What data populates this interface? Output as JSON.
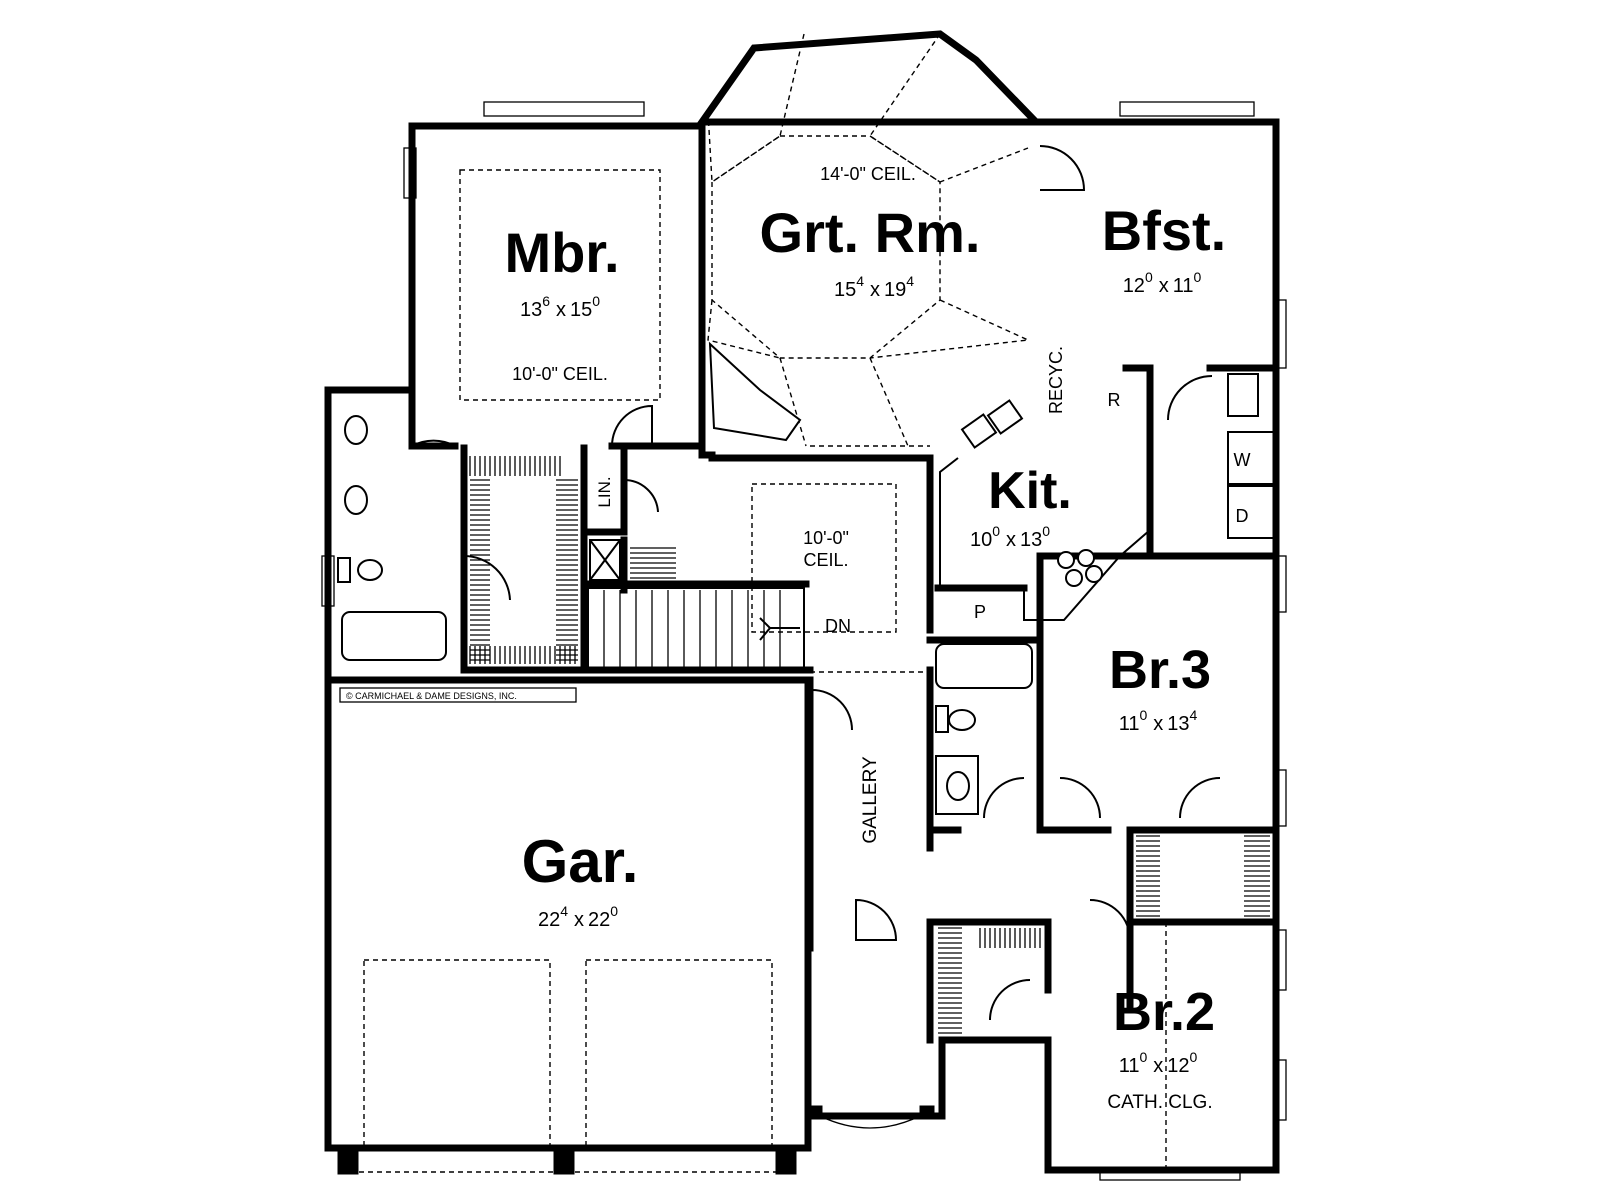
{
  "plan": {
    "credit": "© CARMICHAEL & DAME DESIGNS, INC.",
    "rooms": {
      "mbr": {
        "name": "Mbr.",
        "dim_w": "13",
        "dim_w_sup": "6",
        "dim_d": "15",
        "dim_d_sup": "0",
        "ceiling": "10'-0\" CEIL."
      },
      "grt_rm": {
        "name": "Grt. Rm.",
        "dim_w": "15",
        "dim_w_sup": "4",
        "dim_d": "19",
        "dim_d_sup": "4",
        "ceiling": "14'-0\" CEIL."
      },
      "bfst": {
        "name": "Bfst.",
        "dim_w": "12",
        "dim_w_sup": "0",
        "dim_d": "11",
        "dim_d_sup": "0"
      },
      "kit": {
        "name": "Kit.",
        "dim_w": "10",
        "dim_w_sup": "0",
        "dim_d": "13",
        "dim_d_sup": "0"
      },
      "foyer": {
        "ceiling_line1": "10'-0\"",
        "ceiling_line2": "CEIL."
      },
      "br3": {
        "name": "Br.3",
        "dim_w": "11",
        "dim_w_sup": "0",
        "dim_d": "13",
        "dim_d_sup": "4"
      },
      "br2": {
        "name": "Br.2",
        "dim_w": "11",
        "dim_w_sup": "0",
        "dim_d": "12",
        "dim_d_sup": "0",
        "ceiling": "CATH. CLG."
      },
      "gar": {
        "name": "Gar.",
        "dim_w": "22",
        "dim_w_sup": "4",
        "dim_d": "22",
        "dim_d_sup": "0"
      },
      "gallery": {
        "name": "GALLERY"
      }
    },
    "labels": {
      "recyc": "RECYC.",
      "refrigerator": "R",
      "washer": "W",
      "dryer": "D",
      "pantry": "P",
      "linen": "LIN.",
      "stairs_down": "DN",
      "dimension_sep": "x"
    }
  }
}
